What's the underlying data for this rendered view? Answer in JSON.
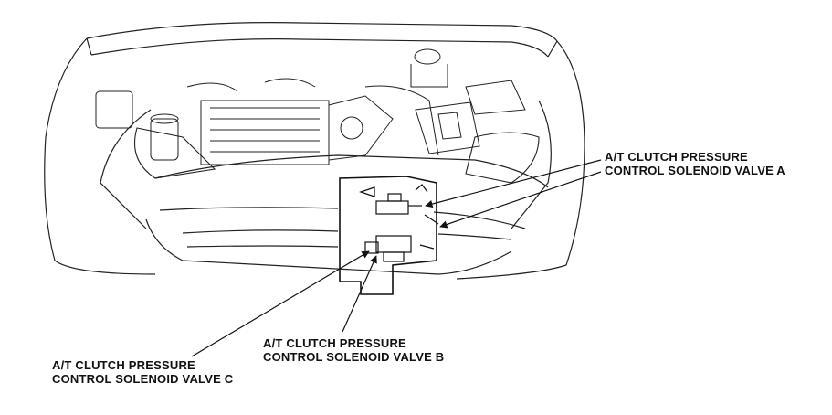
{
  "labels": {
    "valve_a": {
      "line1": "A/T CLUTCH PRESSURE",
      "line2": "CONTROL SOLENOID VALVE A"
    },
    "valve_b": {
      "line1": "A/T CLUTCH PRESSURE",
      "line2": "CONTROL SOLENOID VALVE B"
    },
    "valve_c": {
      "line1": "A/T CLUTCH PRESSURE",
      "line2": "CONTROL SOLENOID VALVE C"
    }
  },
  "colors": {
    "ink": "#1a1a1a",
    "background": "#ffffff"
  }
}
